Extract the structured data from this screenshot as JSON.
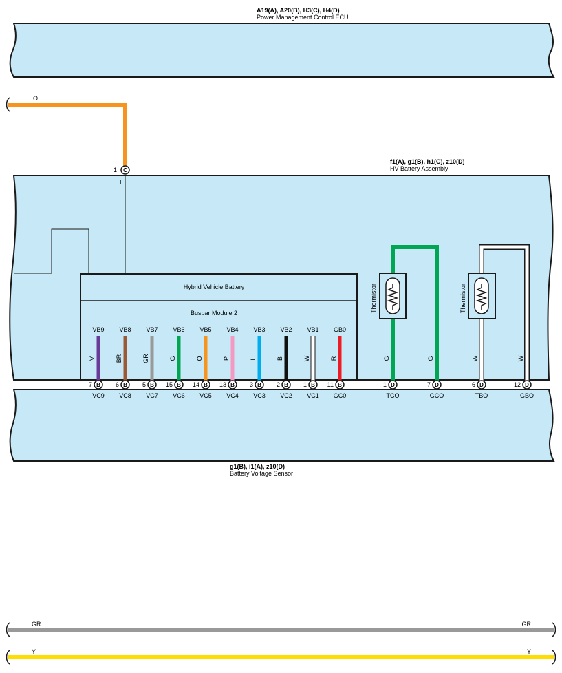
{
  "ecu": {
    "code": "A19(A), A20(B), H3(C), H4(D)",
    "name": "Power Management Control ECU"
  },
  "assembly": {
    "code": "f1(A), g1(B), h1(C), z10(D)",
    "name": "HV Battery Assembly"
  },
  "sensor": {
    "code": "g1(B), i1(A), z10(D)",
    "name": "Battery Voltage Sensor"
  },
  "battery_label": "Hybrid Vehicle Battery",
  "busbar_label": "Busbar Module 2",
  "top_wire": {
    "color_code": "O",
    "pin": "1",
    "connector": "C",
    "inner_code": "I",
    "color": "#F7941D"
  },
  "busbar_terminals": [
    {
      "top": "VB9",
      "wire": "V",
      "color": "#6A3A99",
      "pin": "7",
      "connector": "B",
      "bottom": "VC9"
    },
    {
      "top": "VB8",
      "wire": "BR",
      "color": "#9B5A34",
      "pin": "6",
      "connector": "B",
      "bottom": "VC8"
    },
    {
      "top": "VB7",
      "wire": "GR",
      "color": "#999999",
      "pin": "5",
      "connector": "B",
      "bottom": "VC7"
    },
    {
      "top": "VB6",
      "wire": "G",
      "color": "#00A651",
      "pin": "15",
      "connector": "B",
      "bottom": "VC6"
    },
    {
      "top": "VB5",
      "wire": "O",
      "color": "#F7941D",
      "pin": "14",
      "connector": "B",
      "bottom": "VC5"
    },
    {
      "top": "VB4",
      "wire": "P",
      "color": "#F49AC2",
      "pin": "13",
      "connector": "B",
      "bottom": "VC4"
    },
    {
      "top": "VB3",
      "wire": "L",
      "color": "#00AEEF",
      "pin": "3",
      "connector": "B",
      "bottom": "VC3"
    },
    {
      "top": "VB2",
      "wire": "B",
      "color": "#111111",
      "pin": "2",
      "connector": "B",
      "bottom": "VC2"
    },
    {
      "top": "VB1",
      "wire": "W",
      "color": "#FFFFFF",
      "pin": "1",
      "connector": "B",
      "bottom": "VC1"
    },
    {
      "top": "GB0",
      "wire": "R",
      "color": "#ED1C24",
      "pin": "11",
      "connector": "B",
      "bottom": "GC0"
    }
  ],
  "thermistors": [
    {
      "label": "Thermistor",
      "wire_color": "#00A651",
      "left": {
        "wire": "G",
        "pin": "1",
        "connector": "D",
        "bottom": "TCO"
      },
      "right": {
        "wire": "G",
        "pin": "7",
        "connector": "D",
        "bottom": "GCO"
      }
    },
    {
      "label": "Thermistor",
      "wire_color": "#FFFFFF",
      "left": {
        "wire": "W",
        "pin": "6",
        "connector": "D",
        "bottom": "TBO"
      },
      "right": {
        "wire": "W",
        "pin": "12",
        "connector": "D",
        "bottom": "GBO"
      }
    }
  ],
  "bottom_wires": [
    {
      "left": "GR",
      "right": "GR",
      "color": "#999999"
    },
    {
      "left": "Y",
      "right": "Y",
      "color": "#FFDD00"
    }
  ],
  "colors": {
    "panel": "#C7E9F7",
    "outline": "#1A1A1A"
  }
}
